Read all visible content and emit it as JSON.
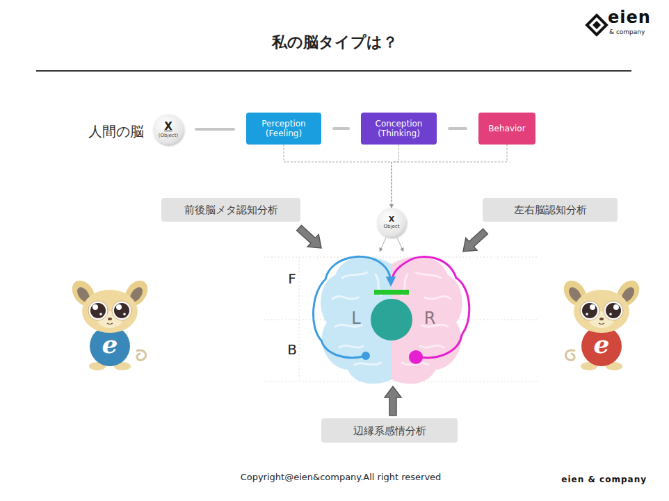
{
  "diagram": {
    "title": "私の脳タイプは？",
    "nodes": [
      {
        "text": [
          "X",
          "(Object)"
        ]
      },
      {
        "text": [
          "Perception (Feeling)"
        ]
      },
      {
        "text": [
          "Conception (Thinking)"
        ]
      },
      {
        "text": [
          "Behavior"
        ]
      },
      {
        "text": [
          "前後脳メタ認知分析"
        ]
      },
      {
        "text": [
          "X",
          "Object"
        ]
      },
      {
        "text": [
          "左右脳認知分析"
        ]
      },
      {
        "text": [
          "辺縁系感情分析"
        ]
      }
    ],
    "edges": [
      {
        "from": 0,
        "to": 1,
        "arrow": "none"
      },
      {
        "from": 1,
        "to": 2,
        "arrow": "none"
      },
      {
        "from": 2,
        "to": 3,
        "arrow": "none"
      },
      {
        "from": 1,
        "to": 5,
        "arrow": "to"
      },
      {
        "from": 2,
        "to": 5,
        "arrow": "to"
      },
      {
        "from": 3,
        "to": 5,
        "arrow": "to"
      }
    ],
    "labels": [
      "eien",
      "& company",
      "人間の脳",
      "F",
      "L",
      "R",
      "B",
      "e",
      "e",
      "Copyright@eien&company.All right reserved",
      "eien & company"
    ]
  }
}
